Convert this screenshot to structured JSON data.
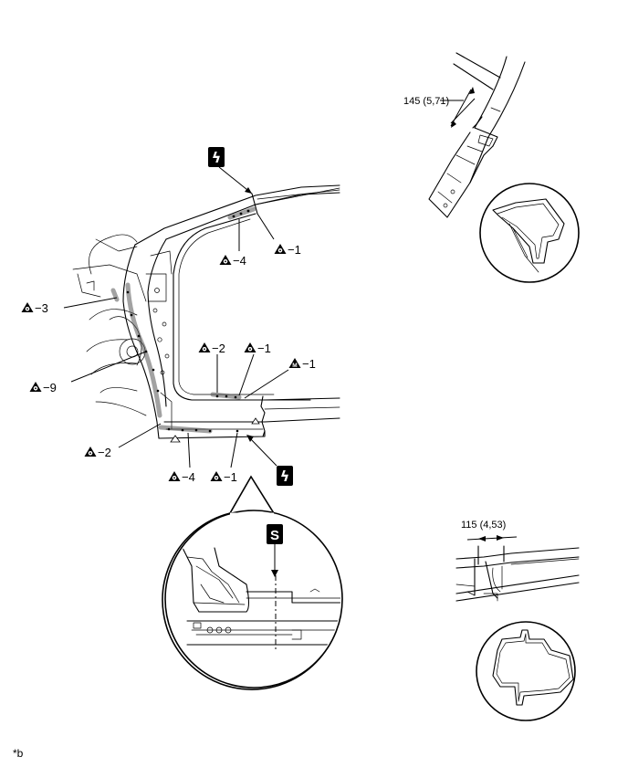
{
  "callouts": [
    {
      "name": "callout-a-1-upper",
      "symbol": "welding-spot-icon",
      "suffix": "−1"
    },
    {
      "name": "callout-a-4-upper",
      "symbol": "welding-spot-icon",
      "suffix": "−4"
    },
    {
      "name": "callout-a-3",
      "symbol": "welding-spot-icon",
      "suffix": "−3"
    },
    {
      "name": "callout-a-2-mid",
      "symbol": "welding-spot-icon",
      "suffix": "−2"
    },
    {
      "name": "callout-a-1-mid",
      "symbol": "welding-spot-icon",
      "suffix": "−1"
    },
    {
      "name": "callout-m-1",
      "symbol": "mig-weld-icon",
      "suffix": "−1"
    },
    {
      "name": "callout-a-9",
      "symbol": "welding-spot-icon",
      "suffix": "−9"
    },
    {
      "name": "callout-a-2-low",
      "symbol": "welding-spot-icon",
      "suffix": "−2"
    },
    {
      "name": "callout-a-4-low",
      "symbol": "welding-spot-icon",
      "suffix": "−4"
    },
    {
      "name": "callout-a-1-low",
      "symbol": "welding-spot-icon",
      "suffix": "−1"
    }
  ],
  "dimensions": {
    "upper": "145 (5,71)",
    "lower": "115 (4,53)"
  },
  "badge_glyphs": {
    "cut_symbol": "ϟ",
    "saw_symbol": "S",
    "mig_letter": "M"
  },
  "footnote": "*b"
}
